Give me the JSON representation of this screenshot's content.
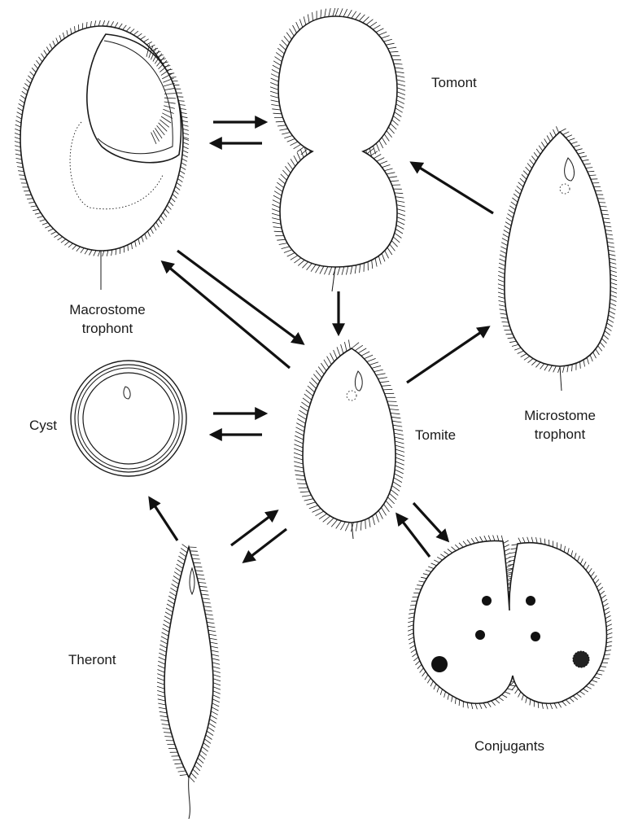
{
  "labels": {
    "macrostome_line1": "Macrostome",
    "macrostome_line2": "trophont",
    "tomont": "Tomont",
    "microstome_line1": "Microstome",
    "microstome_line2": "trophont",
    "cyst": "Cyst",
    "tomite": "Tomite",
    "theront": "Theront",
    "conjugants": "Conjugants"
  },
  "colors": {
    "ink": "#1a1a1a",
    "background": "#ffffff"
  }
}
